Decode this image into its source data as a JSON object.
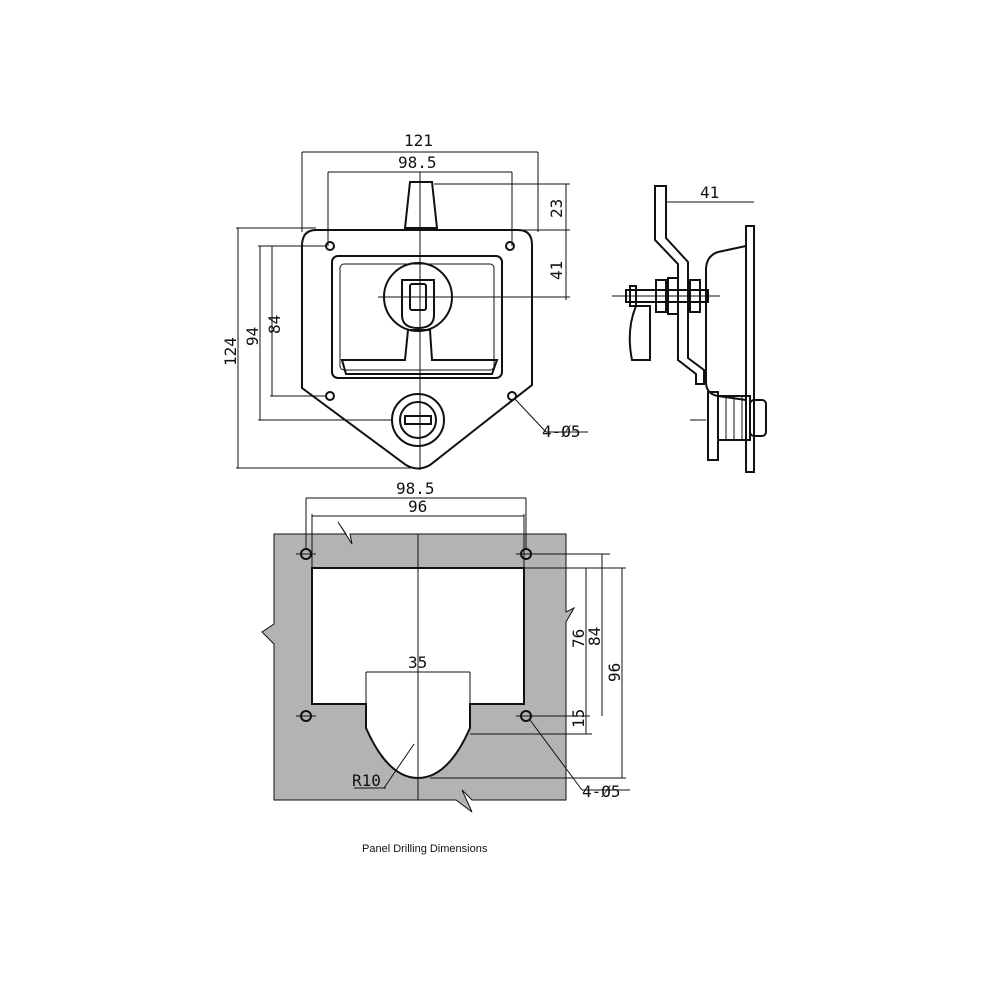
{
  "front_view": {
    "dims": {
      "overall_width": "121",
      "hole_spacing_width": "98.5",
      "top_to_hole": "23",
      "hole_to_center": "41",
      "overall_height": "124",
      "hole_height": "94",
      "pan_height": "84"
    },
    "hole_callout": "4-Ø5"
  },
  "side_view": {
    "dims": {
      "depth": "41"
    }
  },
  "panel_cutout": {
    "dims": {
      "hole_spacing_width": "98.5",
      "cutout_width": "96",
      "notch_width": "35",
      "notch_radius": "R10",
      "height_76": "76",
      "height_84": "84",
      "height_96": "96",
      "notch_depth": "15"
    },
    "hole_callout": "4-Ø5",
    "panel_color": "#b3b3b3"
  },
  "caption": "Panel Drilling Dimensions"
}
